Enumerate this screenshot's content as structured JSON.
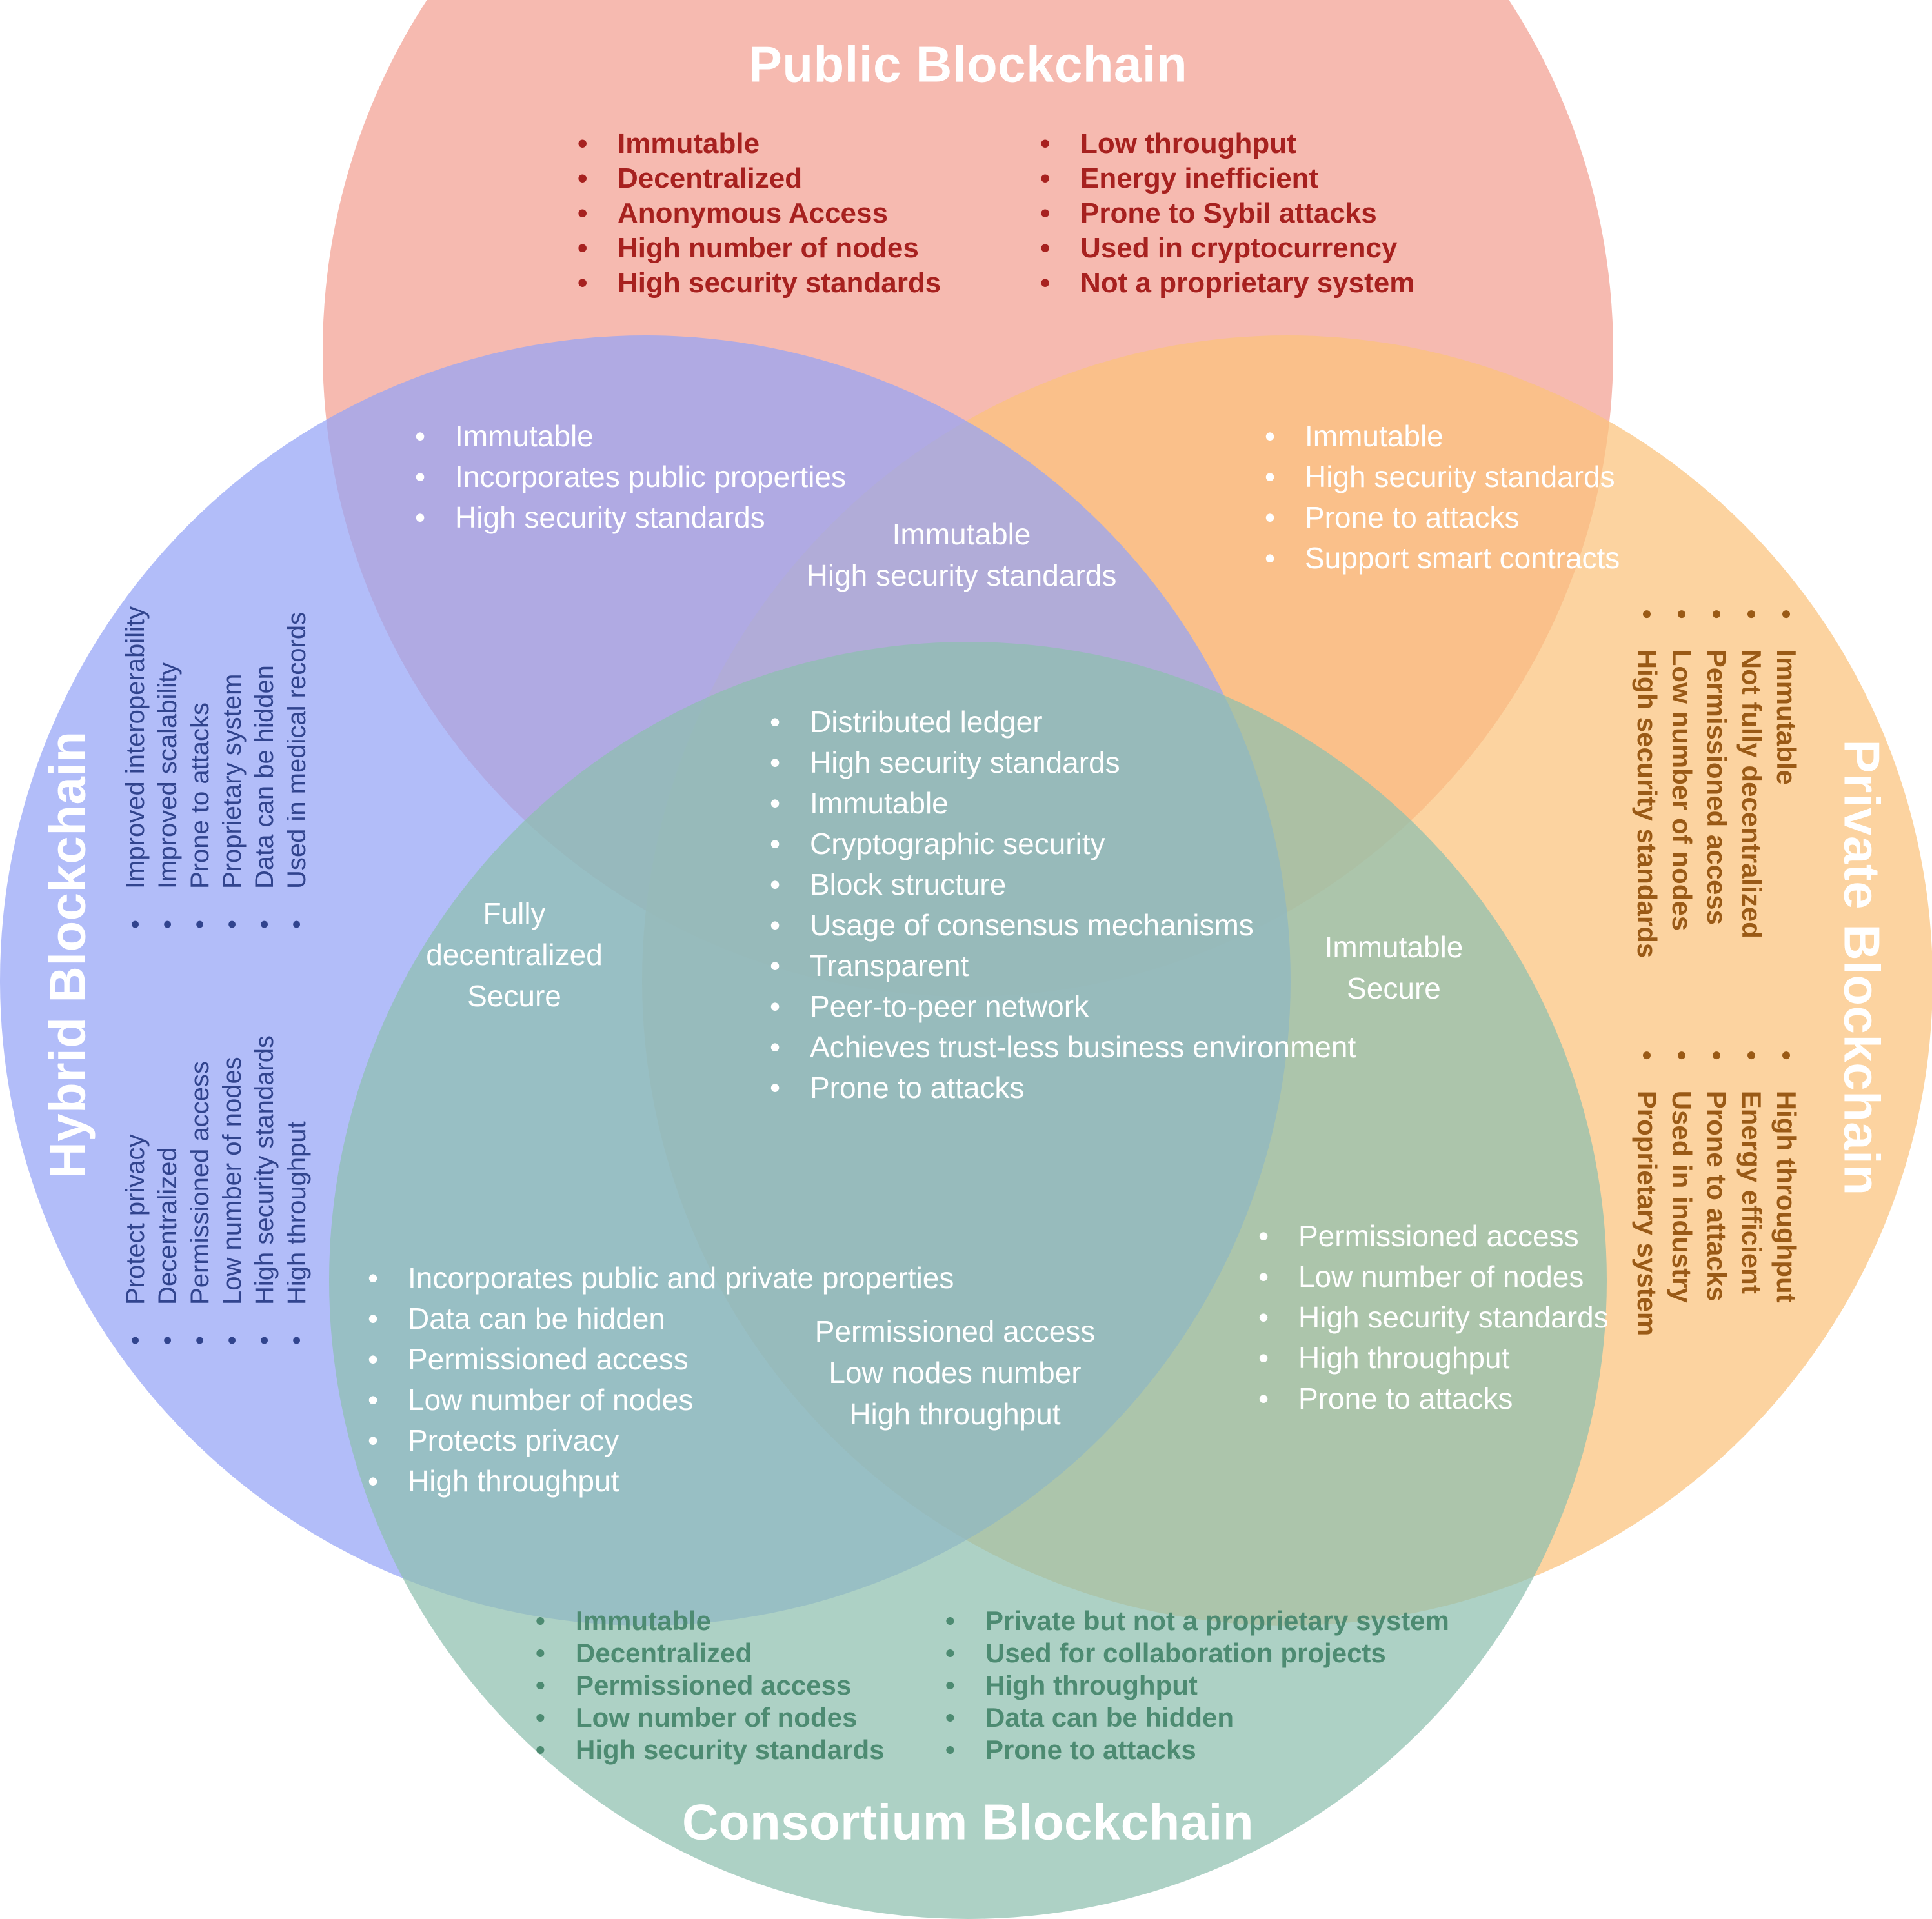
{
  "titles": {
    "public": "Public Blockchain",
    "private": "Private Blockchain",
    "consortium": "Consortium Blockchain",
    "hybrid": "Hybrid Blockchain"
  },
  "colors": {
    "public": "#f2a091",
    "private": "#fbc27c",
    "consortium": "#8ebfae",
    "hybrid": "#94a3f7"
  },
  "public": {
    "left": [
      "Immutable",
      "Decentralized",
      "Anonymous Access",
      "High number of nodes",
      "High security standards"
    ],
    "right": [
      "Low throughput",
      "Energy inefficient",
      "Prone to Sybil attacks",
      "Used in cryptocurrency",
      "Not a proprietary system"
    ]
  },
  "private": {
    "col1": [
      "Immutable",
      "Not fully decentralized",
      "Permissioned access",
      "Low number of nodes",
      "High security standards"
    ],
    "col2": [
      "High throughput",
      "Energy efficient",
      "Prone to attacks",
      "Used in industry",
      "Proprietary system"
    ]
  },
  "consortium": {
    "left": [
      "Immutable",
      "Decentralized",
      "Permissioned access",
      "Low number of nodes",
      "High security standards"
    ],
    "right": [
      "Private but not a proprietary system",
      "Used for collaboration projects",
      "High throughput",
      "Data can be hidden",
      "Prone to attacks"
    ]
  },
  "hybrid": {
    "col1": [
      "Improved interoperability",
      "Improved scalability",
      "Prone to attacks",
      "Proprietary system",
      "Data can be hidden",
      "Used in medical records"
    ],
    "col2": [
      "Protect privacy",
      "Decentralized",
      "Permissioned access",
      "Low number of nodes",
      "High security standards",
      "High throughput"
    ]
  },
  "public_hybrid": [
    "Immutable",
    "Incorporates public properties",
    "High security standards"
  ],
  "public_private": [
    "Immutable",
    "High security standards",
    "Prone to attacks",
    "Support smart contracts"
  ],
  "public_private_hybrid": [
    "Immutable",
    "High security standards"
  ],
  "hybrid_consortium": [
    "Incorporates public and private properties",
    "Data can be hidden",
    "Permissioned access",
    "Low number of nodes",
    "Protects privacy",
    "High throughput"
  ],
  "private_consortium": [
    "Permissioned access",
    "Low number of nodes",
    "High security standards",
    "High throughput",
    "Prone to attacks"
  ],
  "public_hybrid_consortium": [
    "Fully",
    "decentralized",
    "Secure"
  ],
  "public_private_consortium": [
    "Immutable",
    "Secure"
  ],
  "hybrid_private_consortium": [
    "Permissioned access",
    "Low nodes number",
    "High throughput"
  ],
  "all": [
    "Distributed ledger",
    "High security standards",
    "Immutable",
    "Cryptographic security",
    "Block structure",
    "Usage of consensus mechanisms",
    "Transparent",
    "Peer-to-peer network",
    "Achieves trust-less business environment",
    "Prone to attacks"
  ]
}
